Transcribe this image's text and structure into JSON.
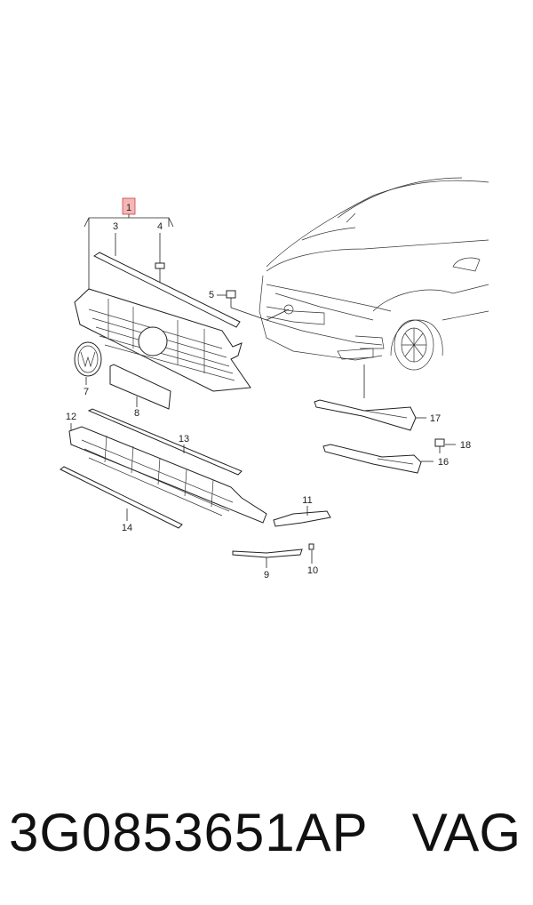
{
  "diagram": {
    "callouts": {
      "c1": "1",
      "c3": "3",
      "c4": "4",
      "c5": "5",
      "c7": "7",
      "c8": "8",
      "c9": "9",
      "c10": "10",
      "c11": "11",
      "c12": "12",
      "c13": "13",
      "c14": "14",
      "c16": "16",
      "c17": "17",
      "c18": "18"
    },
    "highlight_color": "#f4b6b6"
  },
  "caption": {
    "part_number": "3G0853651AP",
    "brand": "VAG"
  }
}
